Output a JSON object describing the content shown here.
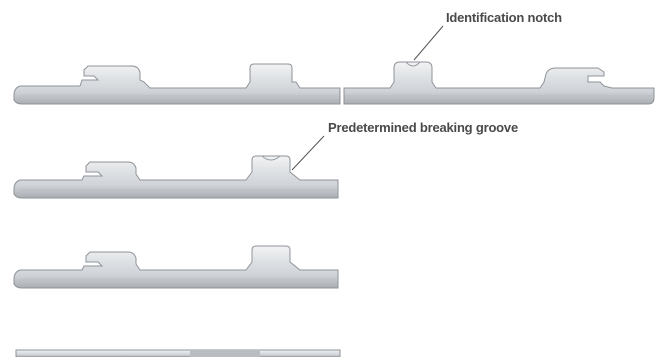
{
  "callouts": {
    "identification_notch": "Identification notch",
    "breaking_groove": "Predetermined breaking groove"
  },
  "colors": {
    "metal_light": "#e6e8ea",
    "metal_mid": "#c9ccd0",
    "metal_dark": "#8f9398",
    "text": "#4a4a4a",
    "background": "#ffffff"
  },
  "strips": [
    {
      "name": "double-length-strip",
      "notch": "identification-notch"
    },
    {
      "name": "strip-with-breaking-groove",
      "notch": "breaking-groove"
    },
    {
      "name": "plain-strip",
      "notch": "none"
    },
    {
      "name": "partial-strip",
      "notch": "none"
    }
  ]
}
